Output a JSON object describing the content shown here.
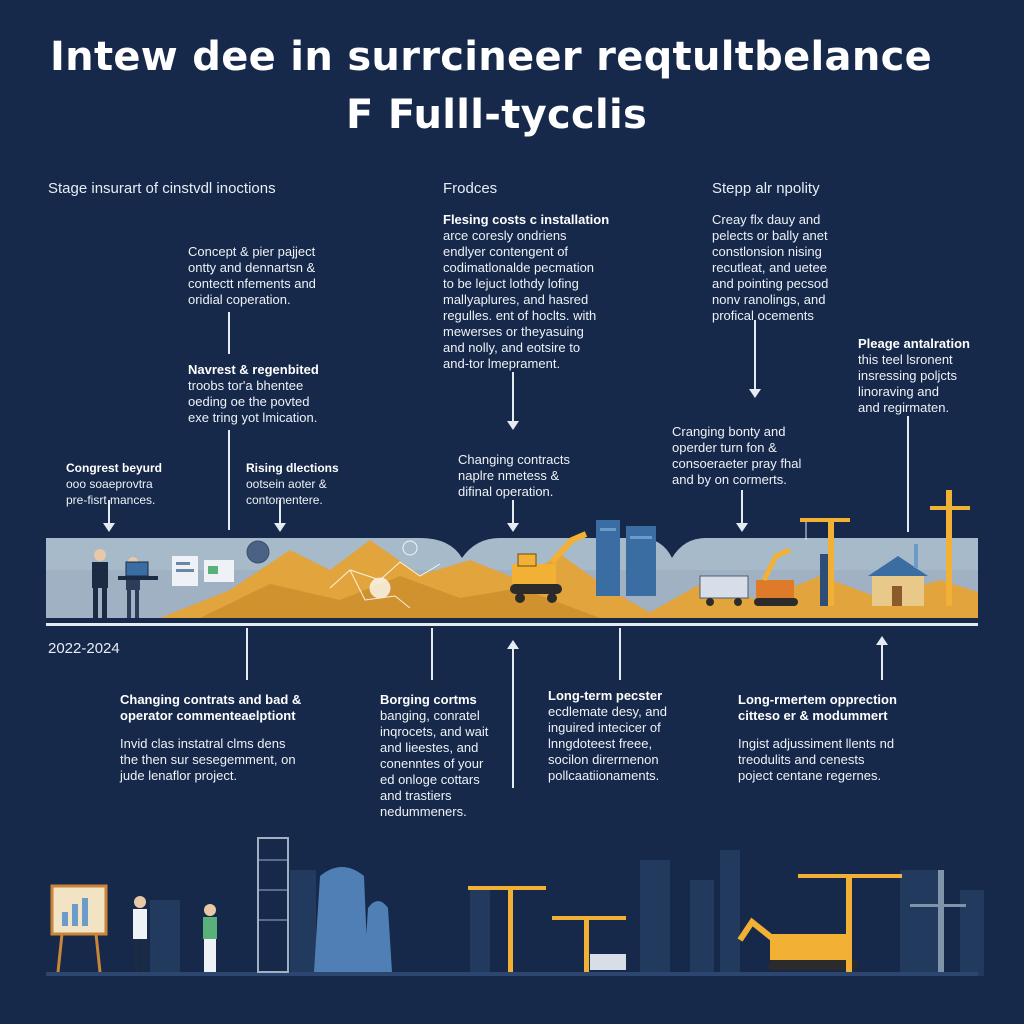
{
  "title": {
    "line1": "Intew dee in surrcineer reqtultbelance",
    "line2": "F Fulll-tycclis"
  },
  "headers": {
    "left": "Stage insurart of cinstvdl inoctions",
    "middle": "Frodces",
    "right": "Stepp alr npolity"
  },
  "upper_blocks": {
    "concept": {
      "heading": "",
      "body": "Concept & pier pajject\nontty and dennartsn &\ncontectt nfements and\noridial coperation."
    },
    "navrest": {
      "heading": "Navrest & regenbited",
      "body": "troobs tor'a bhentee\noeding oe the povted\nexe tring yot lmication."
    },
    "congrest": {
      "heading": "Congrest beyurd",
      "body": "ooo soaeprovtra\npre-fisrt mances."
    },
    "rising": {
      "heading": "Rising dlections",
      "body": "ootsein aoter &\ncontomentere."
    },
    "flesing": {
      "heading": "Flesing costs c installation",
      "body": "arce coresly ondriens\nendlyer contengent of\ncodimatlonalde pecmation\nto be lejuct lothdy lofing\nmallyaplures, and hasred\nregulles. ent of hoclts. with\nmewerses or theyasuing\nand nolly, and eotsire to\nand-tor lmeprament."
    },
    "changing_contracts": {
      "heading": "",
      "body": "Changing contracts\nnaplre nmetess &\ndifinal operation."
    },
    "creay": {
      "heading": "",
      "body": "Creay flx dauy and\npelects or bally anet\nconstlonsion nising\nrecutleat, and uetee\nand pointing pecsod\nnonv ranolings, and\nprofical ocements"
    },
    "pleage": {
      "heading": "Pleage antalration",
      "body": "this teel lsronent\ninsressing poljcts\nlinoraving and\nand regirmaten."
    },
    "cranging": {
      "heading": "",
      "body": "Cranging bonty and\noperder turn fon &\nconsoeraeter pray fhal\nand by on cormerts."
    }
  },
  "timeline": {
    "year_label": "2022-2024"
  },
  "lower_blocks": {
    "changing_contrats": {
      "heading": "Changing contrats and bad &\noperator commenteaelptiont",
      "body": "Invid clas instatral clms dens\nthe then sur sesegemment, on\njude lenaflor project."
    },
    "borging": {
      "heading": "Borging cortms",
      "body": "banging, conratel\ninqrocets, and wait\nand lieestes, and\nconenntes of your\ned onloge cottars\nand trastiers\nnedummeners."
    },
    "longterm_pecster": {
      "heading": "Long-term pecster",
      "body": "ecdlemate desy, and\ninguired intecicer of\nlnngdoteest freee,\nsocilon direrrnenon\npollcaatiionaments."
    },
    "longterm_opprection": {
      "heading": "Long-rmertem opprection\ncitteso er & modummert",
      "body": "Ingist adjussiment llents nd\ntreodulits and cenests\npoject centane regernes."
    }
  },
  "colors": {
    "background": "#16294a",
    "band_light": "#9fb1c3",
    "sand": "#e2a43c",
    "machine_yellow": "#f2b134",
    "building_blue": "#3a6ea3",
    "skyline_dark": "#223a5e"
  },
  "icons": [
    "person-icon",
    "monitor-icon",
    "document-icon",
    "excavator-icon",
    "crane-icon",
    "house-icon",
    "truck-icon",
    "building-icon",
    "chart-board-icon"
  ]
}
